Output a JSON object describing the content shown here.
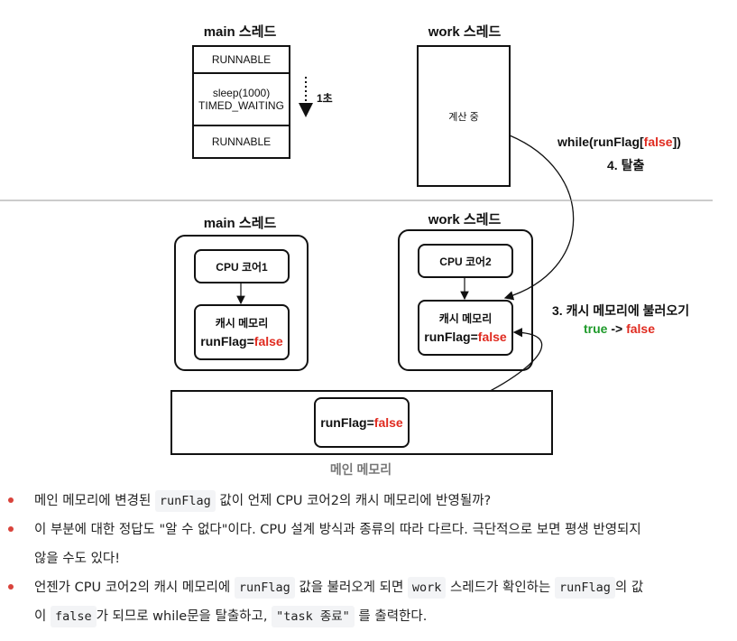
{
  "top": {
    "main_title": "main 스레드",
    "work_title": "work 스레드",
    "states": [
      "RUNNABLE",
      "sleep(1000)",
      "TIMED_WAITING",
      "RUNNABLE"
    ],
    "duration": "1초",
    "work_state": "계산 중",
    "exit_line1": "while(runFlag[",
    "exit_false": "false",
    "exit_line1_end": "])",
    "exit_line2": "4. 탈출"
  },
  "bottom": {
    "main_title": "main 스레드",
    "work_title": "work 스레드",
    "cpu1": "CPU 코어1",
    "cpu2": "CPU 코어2",
    "cache_label": "캐시 메모리",
    "flag_prefix": "runFlag=",
    "flag_value": "false",
    "load_label": "3. 캐시 메모리에 불러오기",
    "load_true": "true",
    "load_arrow": " -> ",
    "load_false": "false",
    "main_memory": "메인 메모리"
  },
  "bullets": [
    {
      "a": "메인 메모리에 변경된 ",
      "c1": "runFlag",
      "b": " 값이 언제 CPU 코어2의 캐시 메모리에 반영될까?"
    },
    {
      "line1": "이 부분에 대한 정답도 \"알 수 없다\"이다. CPU 설계 방식과 종류의 따라 다르다. 극단적으로 보면 평생 반영되지",
      "line2": "않을 수도 있다!"
    },
    {
      "a": "언젠가 CPU 코어2의 캐시 메모리에 ",
      "c1": "runFlag",
      "b": " 값을 불러오게 되면 ",
      "c2": "work",
      "c": " 스레드가 확인하는 ",
      "c3": "runFlag",
      "d": "의 값",
      "e": "이 ",
      "c4": "false",
      "f": "가 되므로 while문을 탈출하고, ",
      "c5": "\"task 종료\"",
      "g": " 를 출력한다."
    }
  ]
}
